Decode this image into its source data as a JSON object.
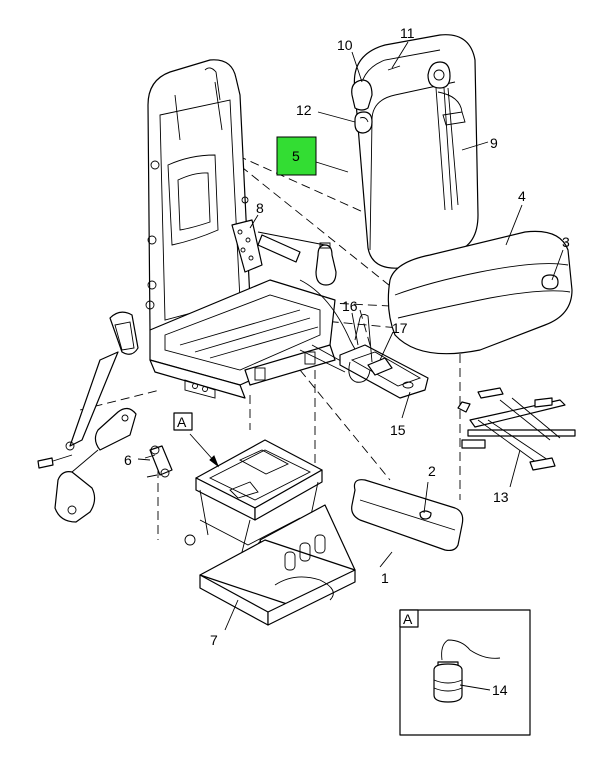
{
  "callouts": {
    "c1": "1",
    "c2": "2",
    "c3": "3",
    "c4": "4",
    "c5": "5",
    "c6": "6",
    "c7": "7",
    "c8": "8",
    "c9": "9",
    "c10": "10",
    "c11": "11",
    "c12": "12",
    "c13": "13",
    "c14": "14",
    "c15": "15",
    "c16": "16",
    "c17": "17"
  },
  "view_label": "A",
  "detail_label": "A",
  "highlight_color": "#33dd33"
}
